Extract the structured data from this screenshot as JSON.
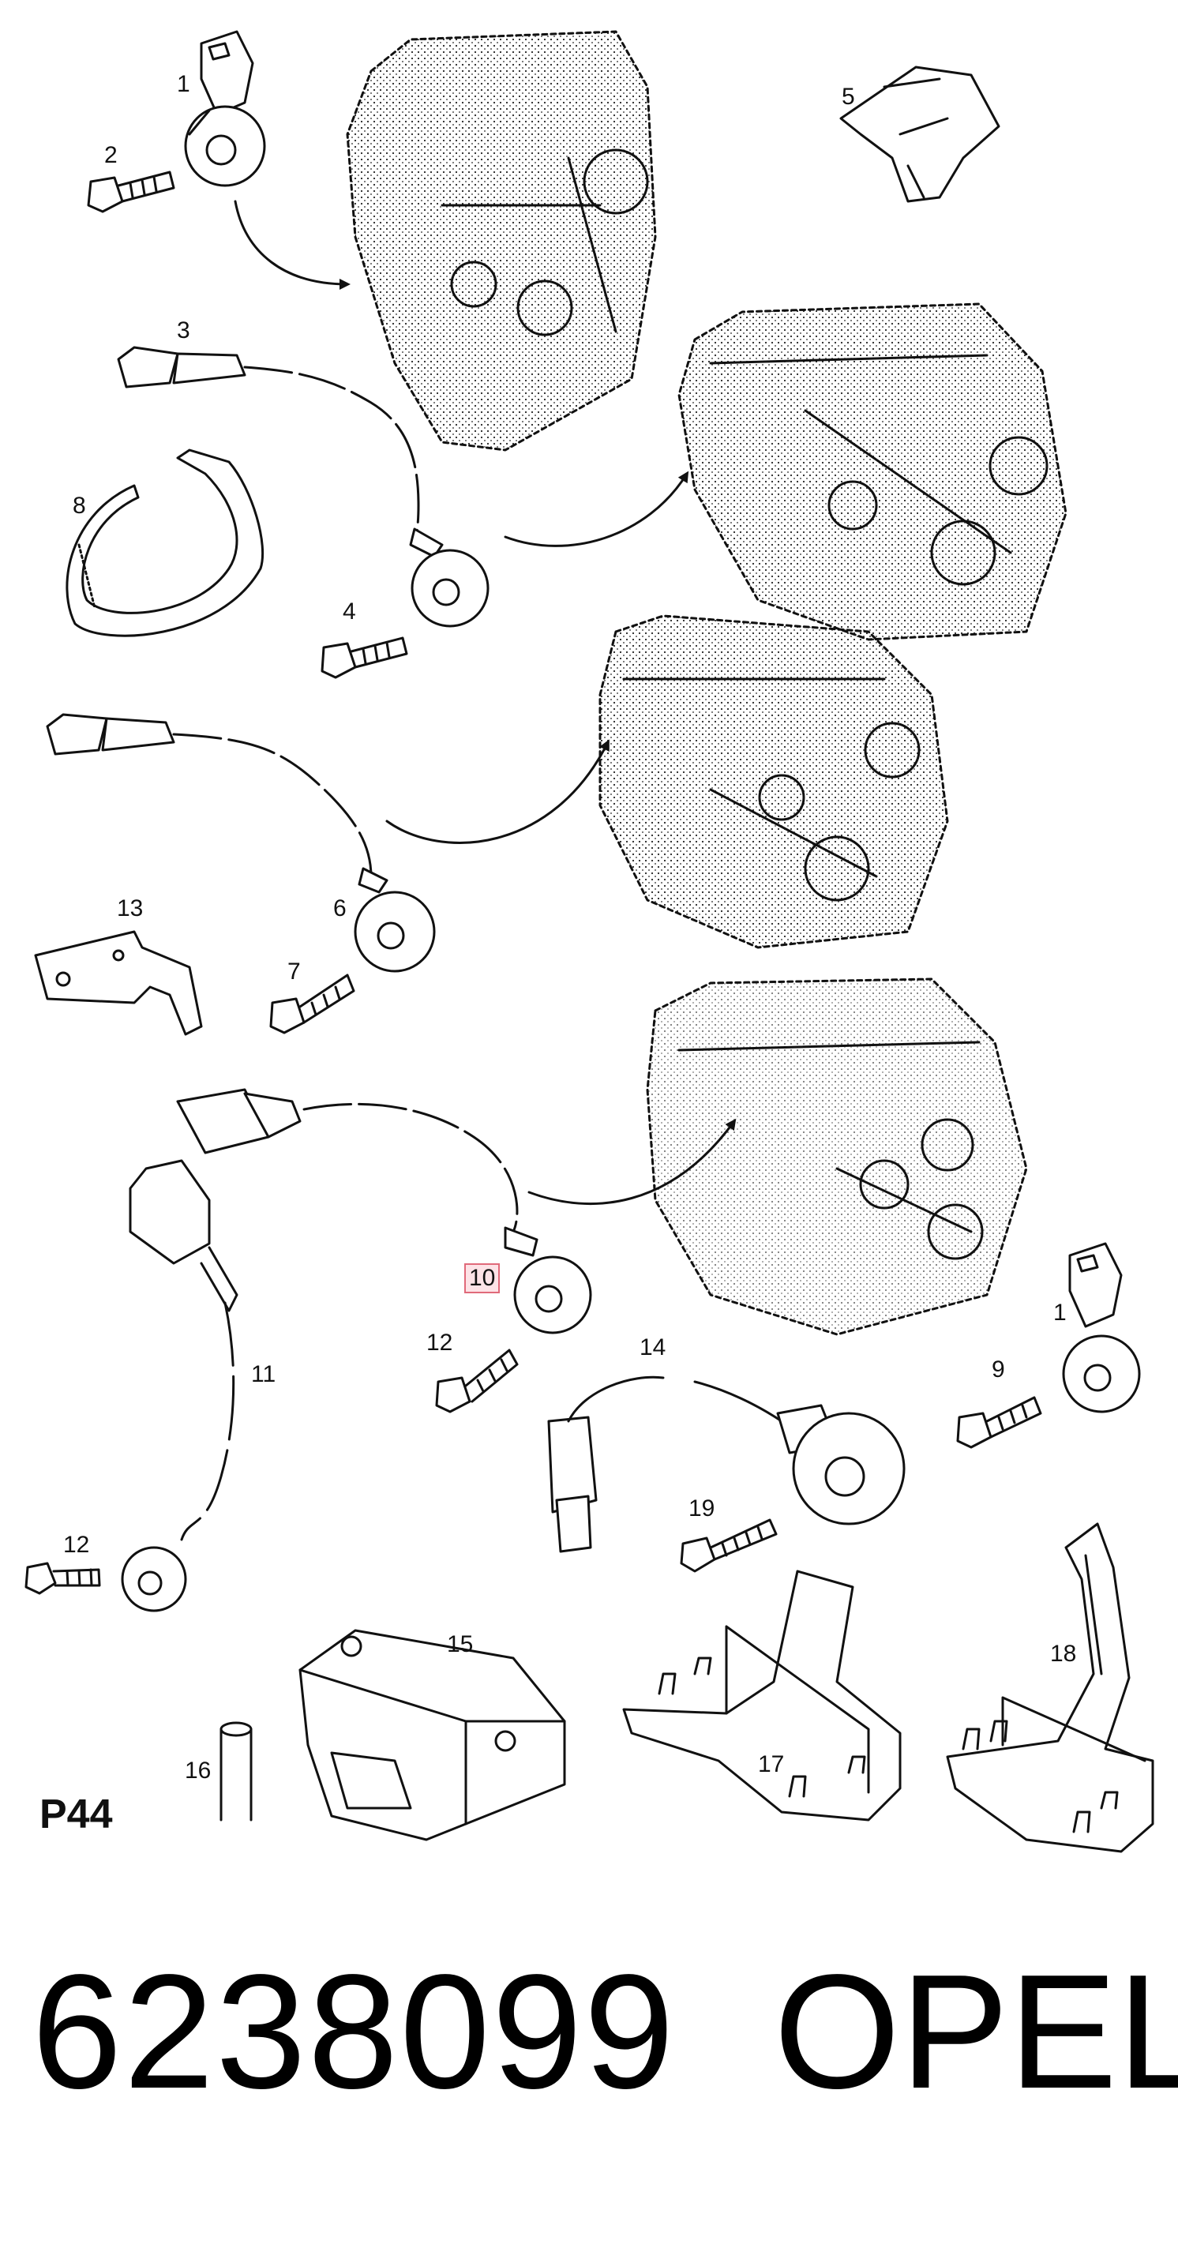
{
  "callouts": {
    "c1a": "1",
    "c1b": "1",
    "c2": "2",
    "c3": "3",
    "c4": "4",
    "c5": "5",
    "c6": "6",
    "c7": "7",
    "c8": "8",
    "c9": "9",
    "c10": "10",
    "c11": "11",
    "c12a": "12",
    "c12b": "12",
    "c13": "13",
    "c14": "14",
    "c15": "15",
    "c16": "16",
    "c17": "17",
    "c18": "18",
    "c19": "19"
  },
  "highlight_color": "#e06a7a",
  "panel_label": "P44",
  "footer": {
    "part_number": "6238099",
    "brand": "OPEL"
  }
}
